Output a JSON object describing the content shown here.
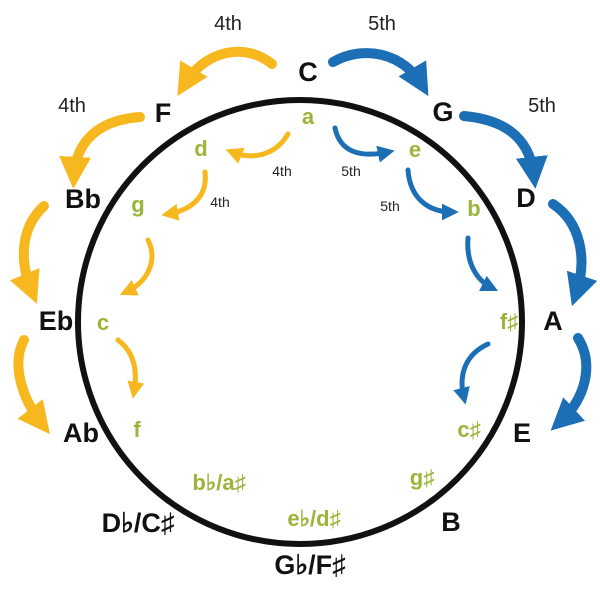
{
  "colors": {
    "ring": "#111111",
    "major_text": "#111111",
    "minor_text": "#9bb53a",
    "fourths_arrow": "#f7b81f",
    "fifths_arrow": "#1d6fb5",
    "interval_text": "#222222"
  },
  "major_keys": [
    "C",
    "G",
    "D",
    "A",
    "E",
    "B",
    "G♭/F♯",
    "D♭/C♯",
    "Ab",
    "Eb",
    "Bb",
    "F"
  ],
  "minor_keys": [
    "a",
    "e",
    "b",
    "f♯",
    "c♯",
    "g♯",
    "e♭/d♯",
    "b♭/a♯",
    "f",
    "c",
    "g",
    "d"
  ],
  "interval_labels": {
    "fourth": "4th",
    "fifth": "5th"
  }
}
